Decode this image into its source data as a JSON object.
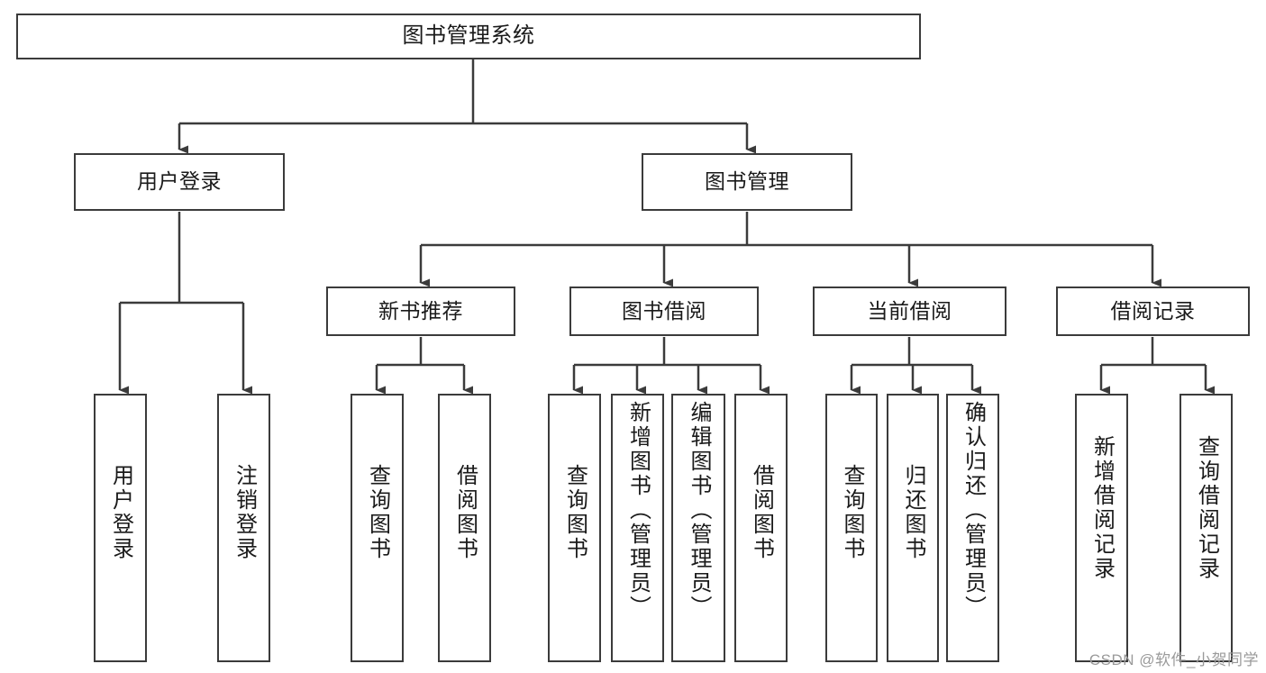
{
  "diagram": {
    "title": "图书管理系统",
    "type": "function-decomposition-tree",
    "colors": {
      "box_border": "#3b3b3b",
      "box_fill": "#ffffff",
      "connector": "#3b3b3b",
      "text": "#1a1a1a",
      "watermark": "#9a9a9a",
      "background": "#ffffff"
    },
    "root": {
      "label": "图书管理系统"
    },
    "level2": [
      {
        "label": "用户登录"
      },
      {
        "label": "图书管理"
      }
    ],
    "level3": [
      {
        "label": "新书推荐"
      },
      {
        "label": "图书借阅"
      },
      {
        "label": "当前借阅"
      },
      {
        "label": "借阅记录"
      }
    ],
    "leaves": {
      "user_login": [
        {
          "label": "用户登录"
        },
        {
          "label": "注销登录"
        }
      ],
      "new_book_recommend": [
        {
          "label": "查询图书"
        },
        {
          "label": "借阅图书"
        }
      ],
      "book_borrow": [
        {
          "label": "查询图书"
        },
        {
          "label": "新增图书（管理员）"
        },
        {
          "label": "编辑图书（管理员）"
        },
        {
          "label": "借阅图书"
        }
      ],
      "current_borrow": [
        {
          "label": "查询图书"
        },
        {
          "label": "归还图书"
        },
        {
          "label": "确认归还（管理员）"
        }
      ],
      "borrow_record": [
        {
          "label": "新增借阅记录"
        },
        {
          "label": "查询借阅记录"
        }
      ]
    },
    "watermark": "CSDN @软件_小贺同学"
  }
}
